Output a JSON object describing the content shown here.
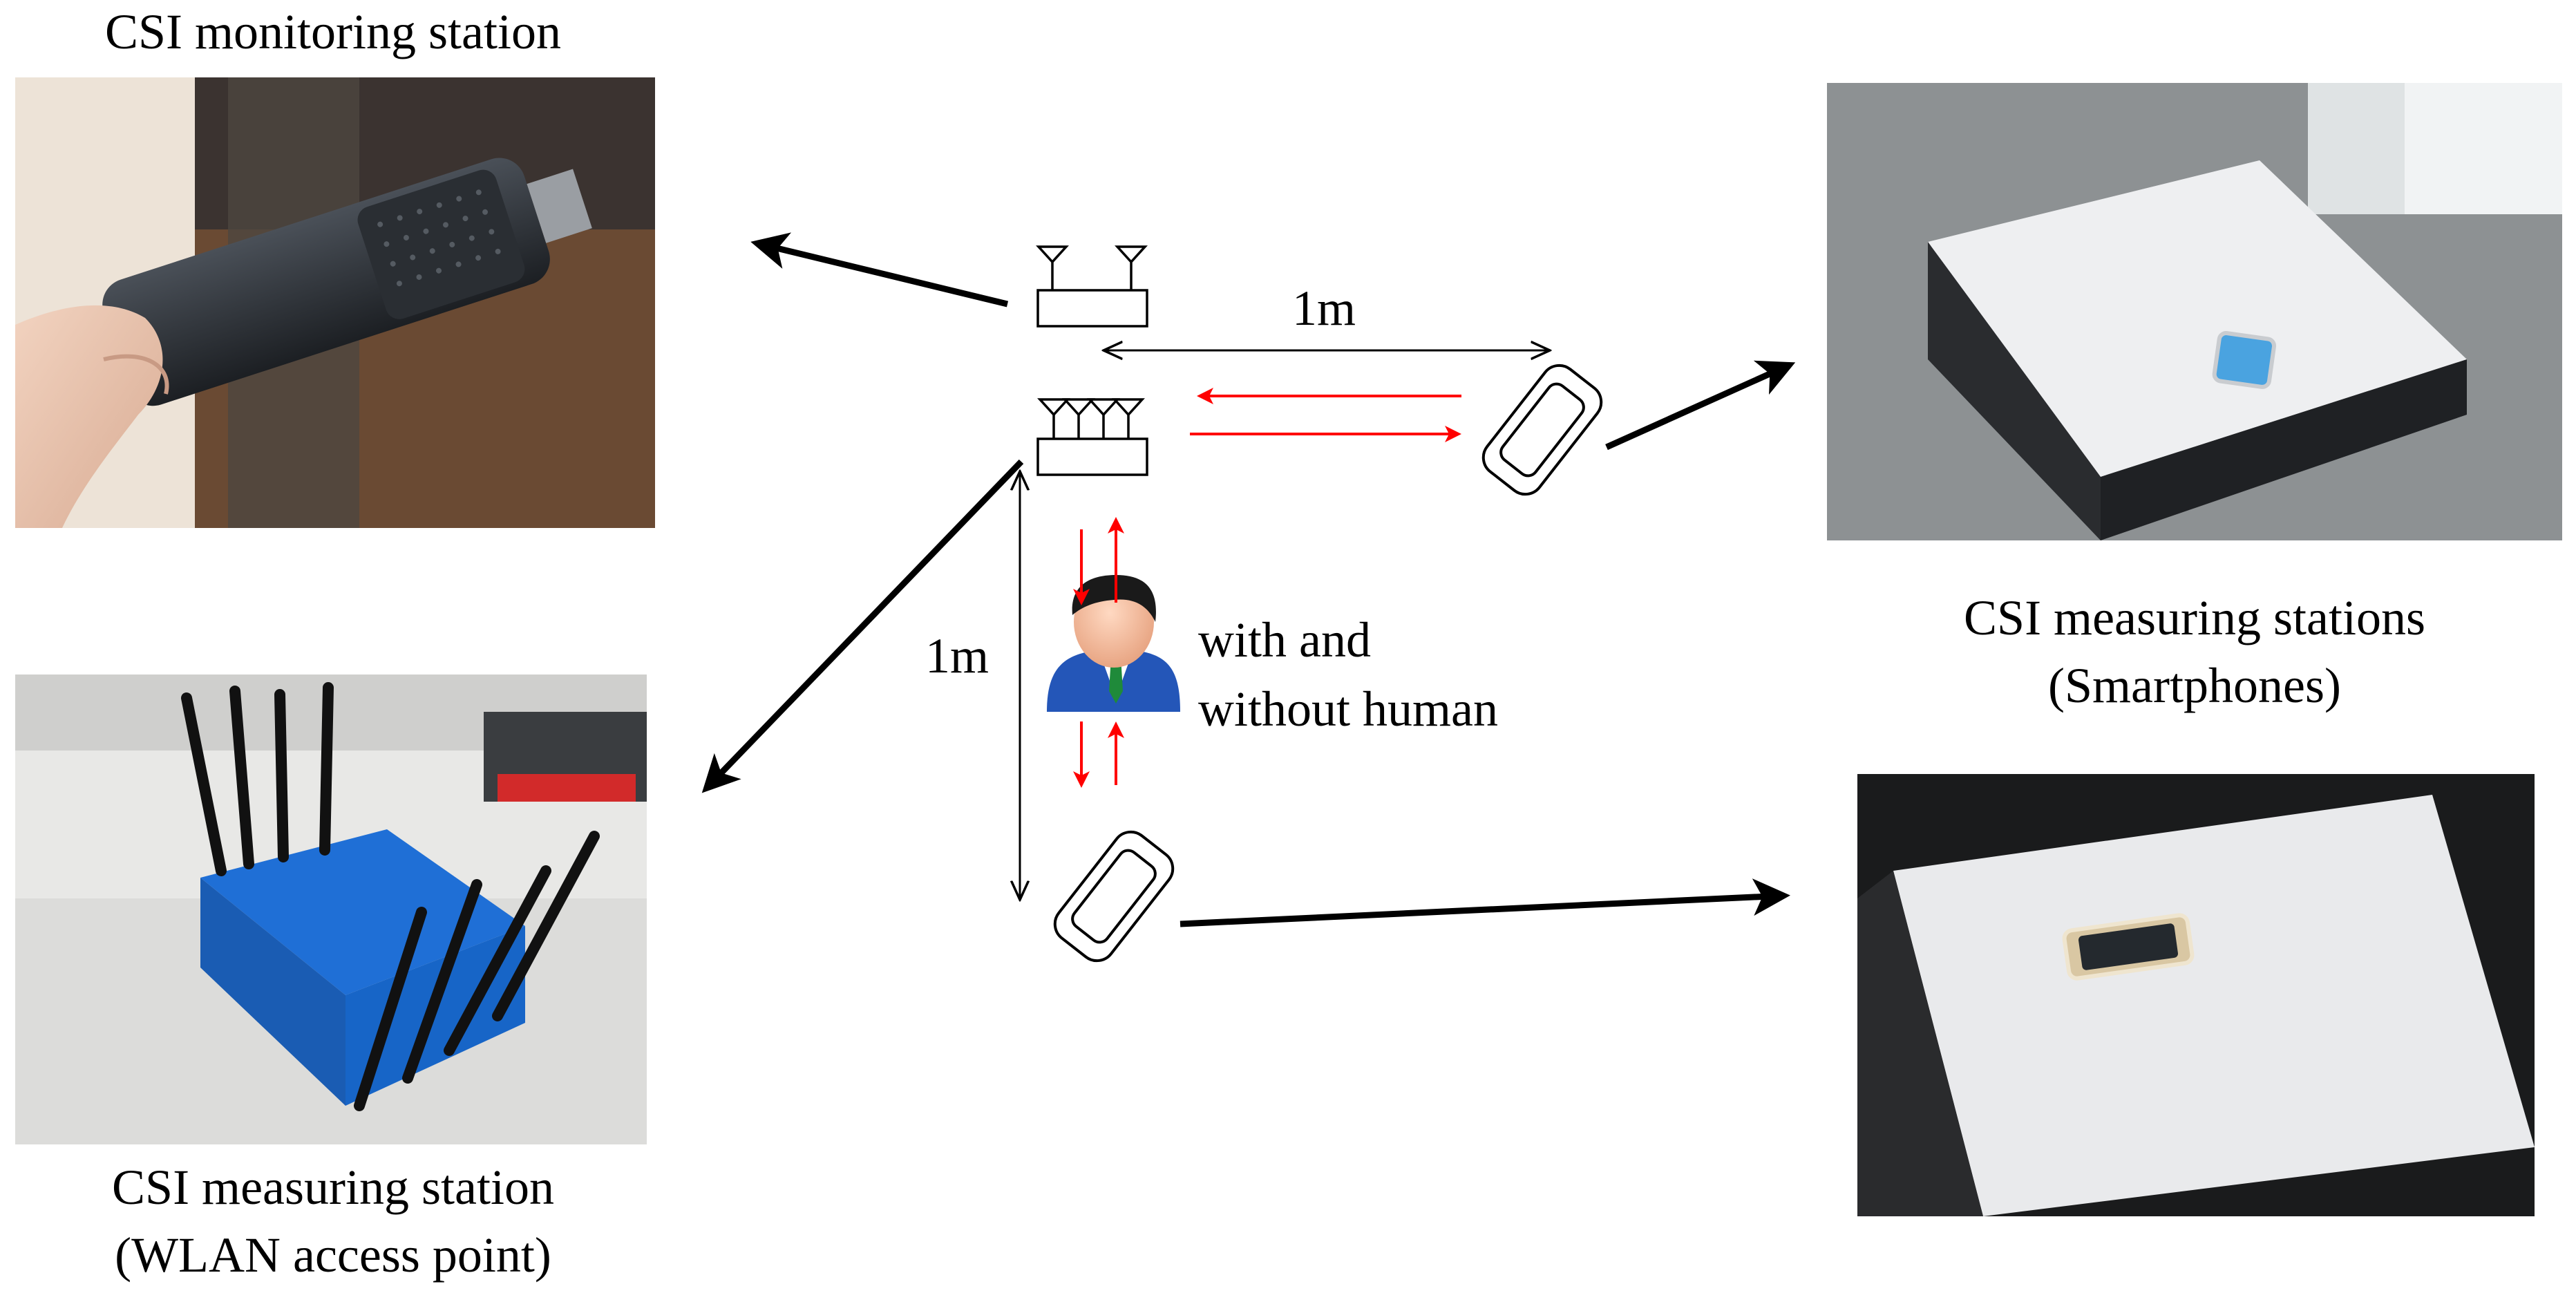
{
  "labels": {
    "monitoring_station": "CSI monitoring station",
    "measuring_stations_line1": "CSI measuring stations",
    "measuring_stations_line2": "(Smartphones)",
    "ap_line1": "CSI measuring station",
    "ap_line2": "(WLAN access point)",
    "distance_horizontal": "1m",
    "distance_vertical": "1m",
    "human_line1": "with and",
    "human_line2": "without human"
  },
  "colors": {
    "signal_arrow": "#ff0000",
    "pointer_arrow": "#000000",
    "router_blue": "#1f6fd6",
    "phone_screen": "#4aa3e0",
    "suit_blue": "#2456b8"
  },
  "icons": {
    "monitor_device": "antenna-2-icon",
    "access_point_device": "antenna-4-icon",
    "smartphone": "smartphone-icon",
    "person": "person-icon"
  }
}
